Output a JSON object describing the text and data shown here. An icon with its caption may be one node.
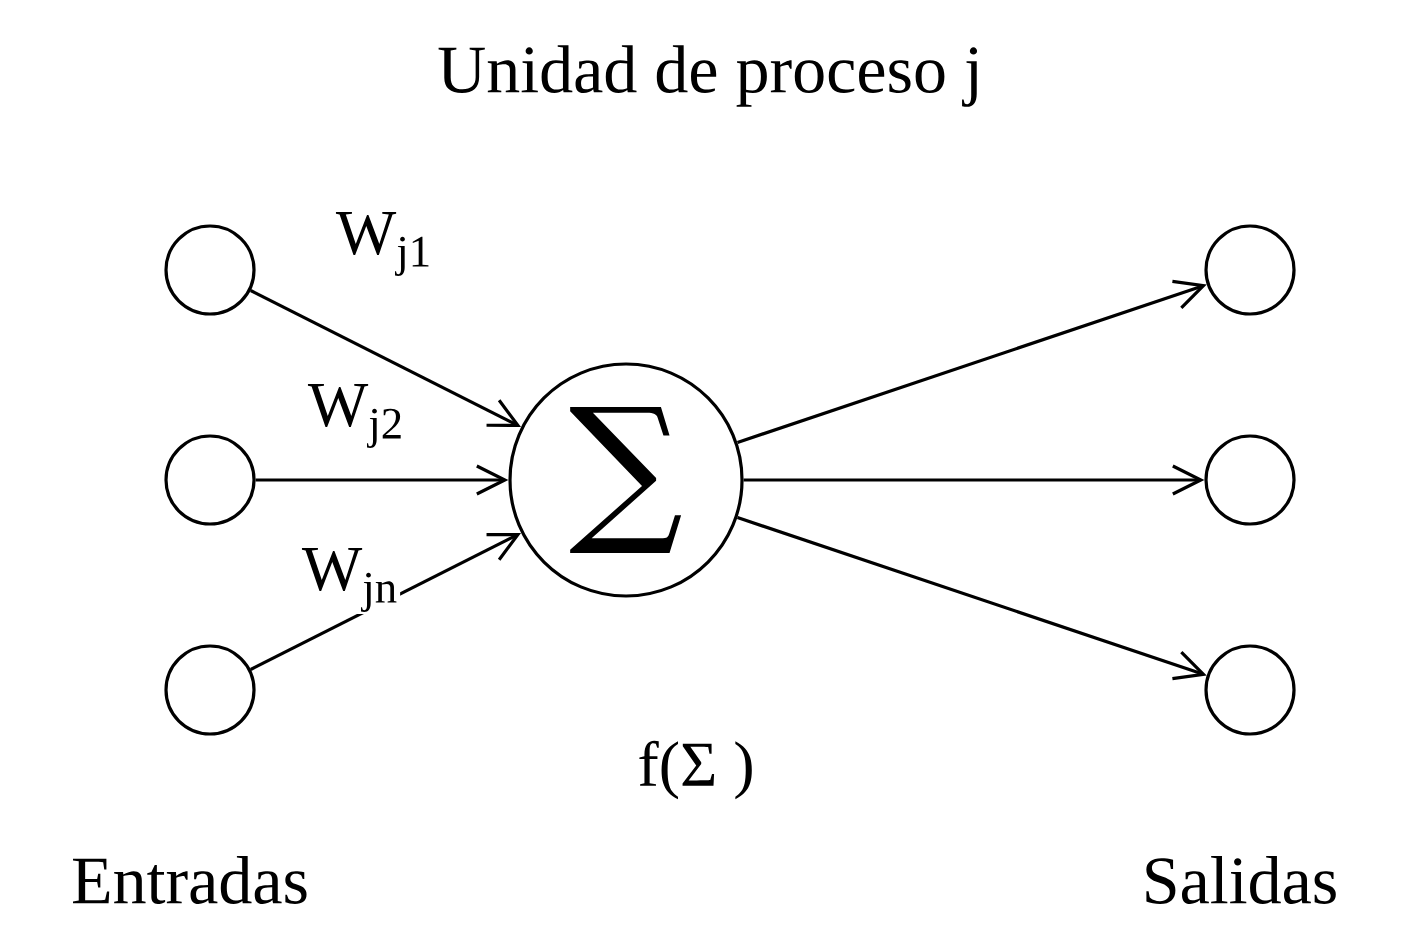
{
  "diagram": {
    "title": "Unidad de proceso j",
    "nodes": [
      {
        "text": [],
        "shape": "circle"
      },
      {
        "text": [],
        "shape": "circle"
      },
      {
        "text": [],
        "shape": "circle"
      },
      {
        "text": [
          "∑"
        ],
        "beside": [
          "f(Σ )"
        ]
      },
      {
        "text": [],
        "shape": "circle"
      },
      {
        "text": [],
        "shape": "circle"
      },
      {
        "text": [],
        "shape": "circle"
      }
    ],
    "edges": [
      {
        "from": 0,
        "to": 3,
        "arrow": "to",
        "label": "W$_{j1}$"
      },
      {
        "from": 1,
        "to": 3,
        "arrow": "to",
        "label": "W$_{j2}$"
      },
      {
        "from": 2,
        "to": 3,
        "arrow": "to",
        "label": "W$_{jn}$"
      },
      {
        "from": 3,
        "to": 4,
        "arrow": "to"
      },
      {
        "from": 3,
        "to": 5,
        "arrow": "to"
      },
      {
        "from": 3,
        "to": 6,
        "arrow": "to"
      }
    ],
    "labels": [
      "Entradas",
      "Salidas"
    ]
  }
}
